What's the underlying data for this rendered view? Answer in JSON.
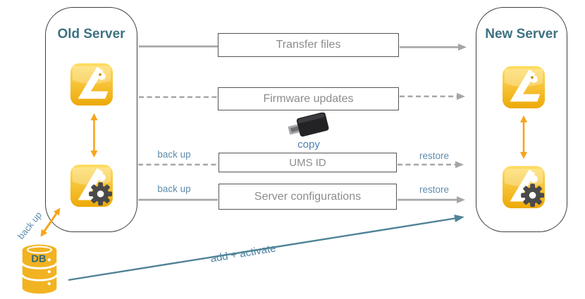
{
  "old_server": {
    "title": "Old Server"
  },
  "new_server": {
    "title": "New Server"
  },
  "transfers": [
    {
      "label": "Transfer files",
      "line": "solid",
      "left_label": "",
      "right_label": ""
    },
    {
      "label": "Firmware updates",
      "line": "dashed",
      "left_label": "",
      "right_label": ""
    },
    {
      "label": "UMS ID",
      "line": "dashed",
      "left_label": "back up",
      "right_label": "restore"
    },
    {
      "label": "Server configurations",
      "line": "solid",
      "left_label": "back up",
      "right_label": "restore"
    }
  ],
  "usb_stick": {
    "caption": "copy",
    "icon": "usb-stick-icon"
  },
  "database": {
    "label": "DB",
    "backup_caption": "back up",
    "icon": "database-cylinder-icon"
  },
  "migration_arrow": {
    "caption": "add + activate"
  },
  "icons": {
    "server_app": "igel-ums-icon",
    "server_app_config": "igel-ums-gear-icon"
  },
  "colors": {
    "server_title_teal": "#3E7282",
    "caption_blue": "#5E8CAE",
    "flow_box_text": "#8C8C8C",
    "flow_box_border": "#555555",
    "line_gray": "#A6A6A6",
    "arrow_orange": "#F6A51D",
    "arrow_teal": "#4F8396",
    "db_yellow": "#F2B322"
  }
}
